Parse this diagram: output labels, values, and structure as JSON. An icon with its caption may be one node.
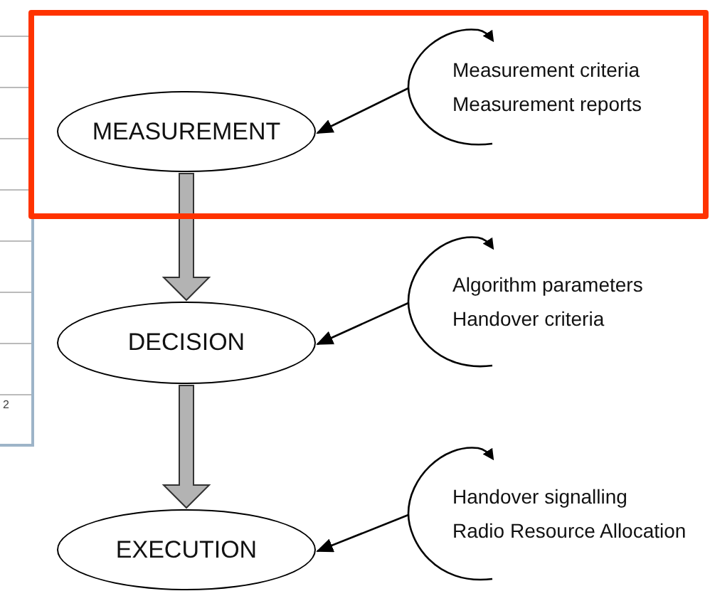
{
  "diagram": {
    "nodes": [
      {
        "text": [],
        "shape": "box"
      },
      {
        "text": [
          "MEASUREMENT"
        ],
        "in": 0
      },
      {
        "text": [
          "Measurement criteria",
          "Measurement reports"
        ],
        "in": 0
      },
      {
        "text": [
          "DECISION"
        ]
      },
      {
        "text": [
          "Algorithm parameters",
          "Handover criteria"
        ]
      },
      {
        "text": [
          "EXECUTION"
        ]
      },
      {
        "text": [
          "Handover signalling",
          "Radio Resource Allocation"
        ]
      }
    ],
    "edges": [
      {
        "from": 1,
        "to": 3,
        "arrow": "to",
        "style": "thick",
        "color": "#b3b3b3"
      },
      {
        "from": 3,
        "to": 5,
        "arrow": "to",
        "style": "thick",
        "color": "#b3b3b3"
      },
      {
        "from": 2,
        "to": 1,
        "arrow": "to"
      },
      {
        "from": 4,
        "to": 3,
        "arrow": "to"
      },
      {
        "from": 6,
        "to": 5,
        "arrow": "to"
      }
    ],
    "labels": [
      "2"
    ]
  }
}
